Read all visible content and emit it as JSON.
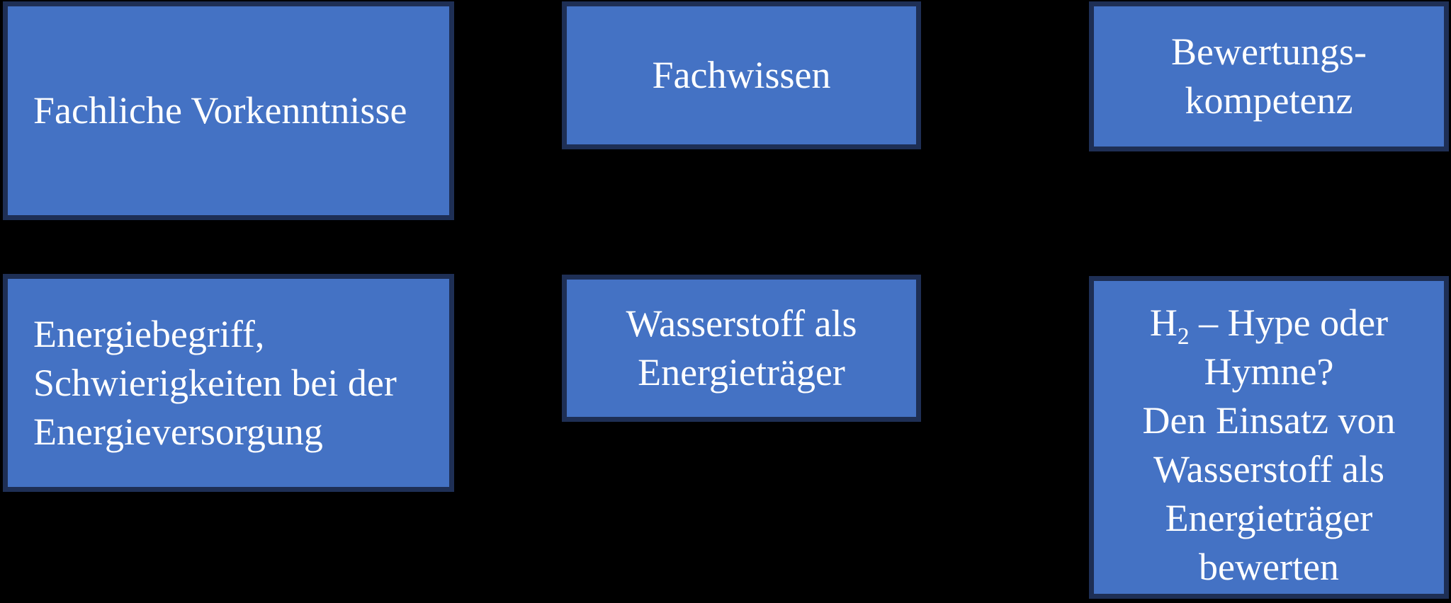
{
  "diagram": {
    "background_color": "#000000",
    "box_fill_color": "#4472c4",
    "box_border_color": "#1e2f55",
    "text_color": "#ffffff",
    "boxes": [
      {
        "id": "fachliche-vorkenntnisse",
        "align": "left",
        "lines": [
          "Fachliche Vorkenntnisse"
        ]
      },
      {
        "id": "fachwissen",
        "align": "center",
        "lines": [
          "Fachwissen"
        ]
      },
      {
        "id": "bewertungskompetenz",
        "align": "center",
        "lines": [
          "Bewertungs-",
          "kompetenz"
        ]
      },
      {
        "id": "energiebegriff-schwierigkeiten",
        "align": "left",
        "lines": [
          "Energiebegriff,",
          "Schwierigkeiten bei der",
          "Energieversorgung"
        ]
      },
      {
        "id": "wasserstoff-als-energietraeger",
        "align": "center",
        "lines": [
          "Wasserstoff als",
          "Energieträger"
        ]
      },
      {
        "id": "h2-hype-oder-hymne",
        "align": "center",
        "lines": [
          [
            {
              "text": "H"
            },
            {
              "text": "2",
              "subscript": true
            },
            {
              "text": " – Hype oder"
            }
          ],
          "Hymne?",
          "Den Einsatz von",
          "Wasserstoff als",
          "Energieträger",
          "bewerten"
        ]
      }
    ]
  }
}
